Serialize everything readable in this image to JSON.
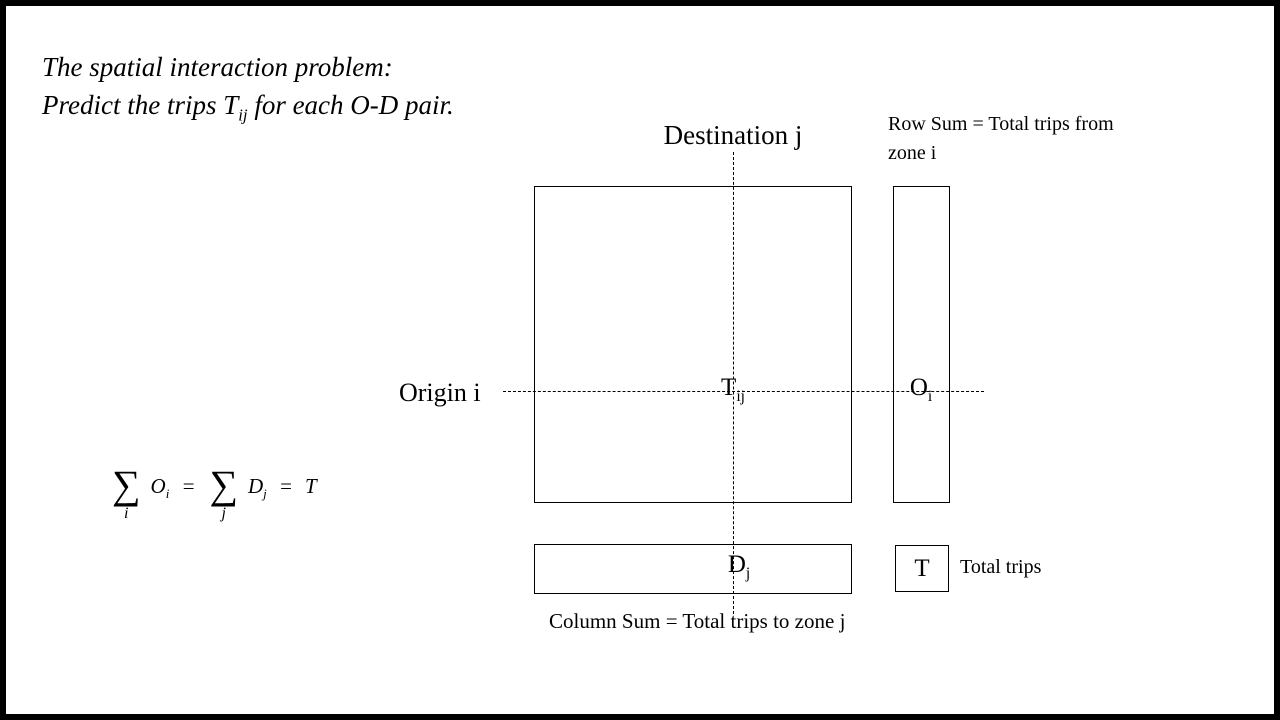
{
  "colors": {
    "line": "#000000",
    "background": "#ffffff"
  },
  "title": {
    "line1": "The spatial interaction problem:",
    "line2_pre": "Predict the trips T",
    "line2_sub": "ij",
    "line2_post": " for each O-D pair."
  },
  "matrix": {
    "destination_label": "Destination j",
    "origin_label": "Origin i",
    "cell_base": "T",
    "cell_sub": "ij"
  },
  "row_sum": {
    "note": "Row Sum = Total trips from zone i",
    "cell_base": "O",
    "cell_sub": "i"
  },
  "col_sum": {
    "note": "Column Sum = Total trips to zone j",
    "cell_base": "D",
    "cell_sub": "j"
  },
  "total": {
    "cell": "T",
    "label": "Total trips"
  },
  "formula": {
    "sigma1": "∑",
    "sigma1_sub": "i",
    "term1_base": "O",
    "term1_sub": "i",
    "eq1": "=",
    "sigma2": "∑",
    "sigma2_sub": "j",
    "term2_base": "D",
    "term2_sub": "j",
    "eq2": "=",
    "total": "T"
  }
}
